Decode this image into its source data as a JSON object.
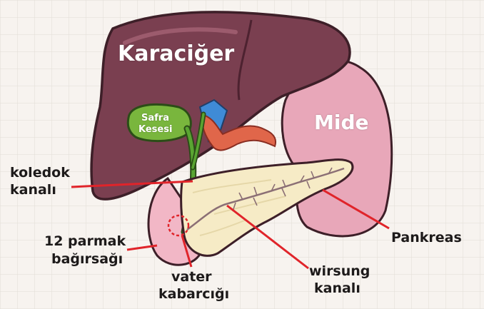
{
  "labels": {
    "liver": "Karaciğer",
    "stomach": "Mide",
    "gallbladder_line1": "Safra",
    "gallbladder_line2": "Kesesi",
    "bile_duct_line1": "koledok",
    "bile_duct_line2": "kanalı",
    "duodenum_line1": "12 parmak",
    "duodenum_line2": "bağırsağı",
    "ampulla_line1": "vater",
    "ampulla_line2": "kabarcığı",
    "pancreatic_duct_line1": "wirsung",
    "pancreatic_duct_line2": "kanalı",
    "pancreas": "Pankreas"
  },
  "colors": {
    "background": "#f7f3ef",
    "grid": "#e2dcd6",
    "liver": "#7a3f50",
    "liver_outline": "#3d1f28",
    "stomach": "#e8a7b9",
    "gallbladder": "#79b63d",
    "bile_duct": "#5aa532",
    "pancreas": "#f6ebc6",
    "artery": "#e0664a",
    "vein": "#3f8bd6",
    "pointer": "#e0242a"
  }
}
